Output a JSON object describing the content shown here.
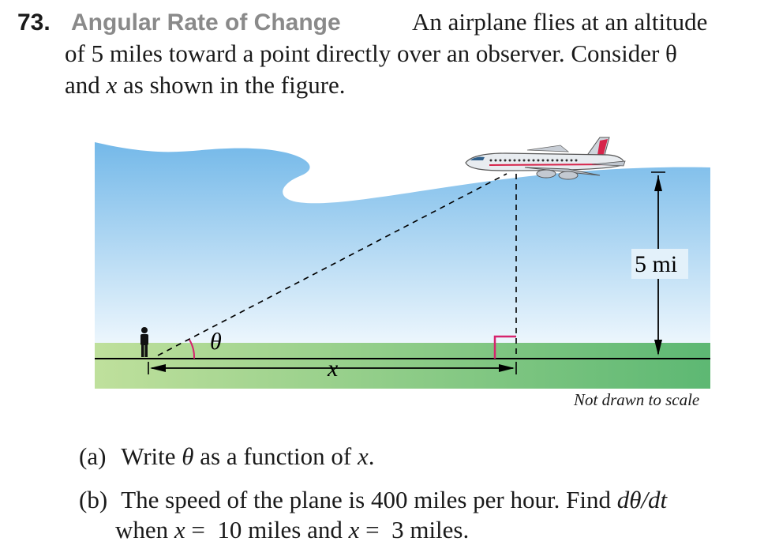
{
  "problem": {
    "number": "73.",
    "title": "Angular Rate of Change",
    "statement_line1": "An airplane flies at an altitude",
    "statement_line2": "of 5 miles toward a point directly over an observer. Consider θ",
    "statement_line3_pre": "and",
    "statement_line3_var": "x",
    "statement_line3_post": "as shown in the figure."
  },
  "figure": {
    "altitude_label": "5 mi",
    "angle_label": "θ",
    "distance_label": "x",
    "caption": "Not drawn to scale",
    "colors": {
      "sky_top": "#6fb6e8",
      "sky_bottom": "#eaf5fc",
      "ground_left": "#b9dd98",
      "ground_right": "#5fb873",
      "right_angle_mark": "#d6246e",
      "plane_stripe": "#d6244a"
    }
  },
  "parts": {
    "a_label": "(a)",
    "a_pre": "Write",
    "a_theta": "θ",
    "a_mid": "as a function of",
    "a_x": "x",
    "a_end": ".",
    "b_label": "(b)",
    "b_line1": "The speed of the plane is 400 miles per hour. Find",
    "b_deriv": "dθ/dt",
    "b_line2_pre": "when",
    "b_x1": "x",
    "b_eq1": "=  10 miles and",
    "b_x2": "x",
    "b_eq2": "=  3 miles."
  }
}
